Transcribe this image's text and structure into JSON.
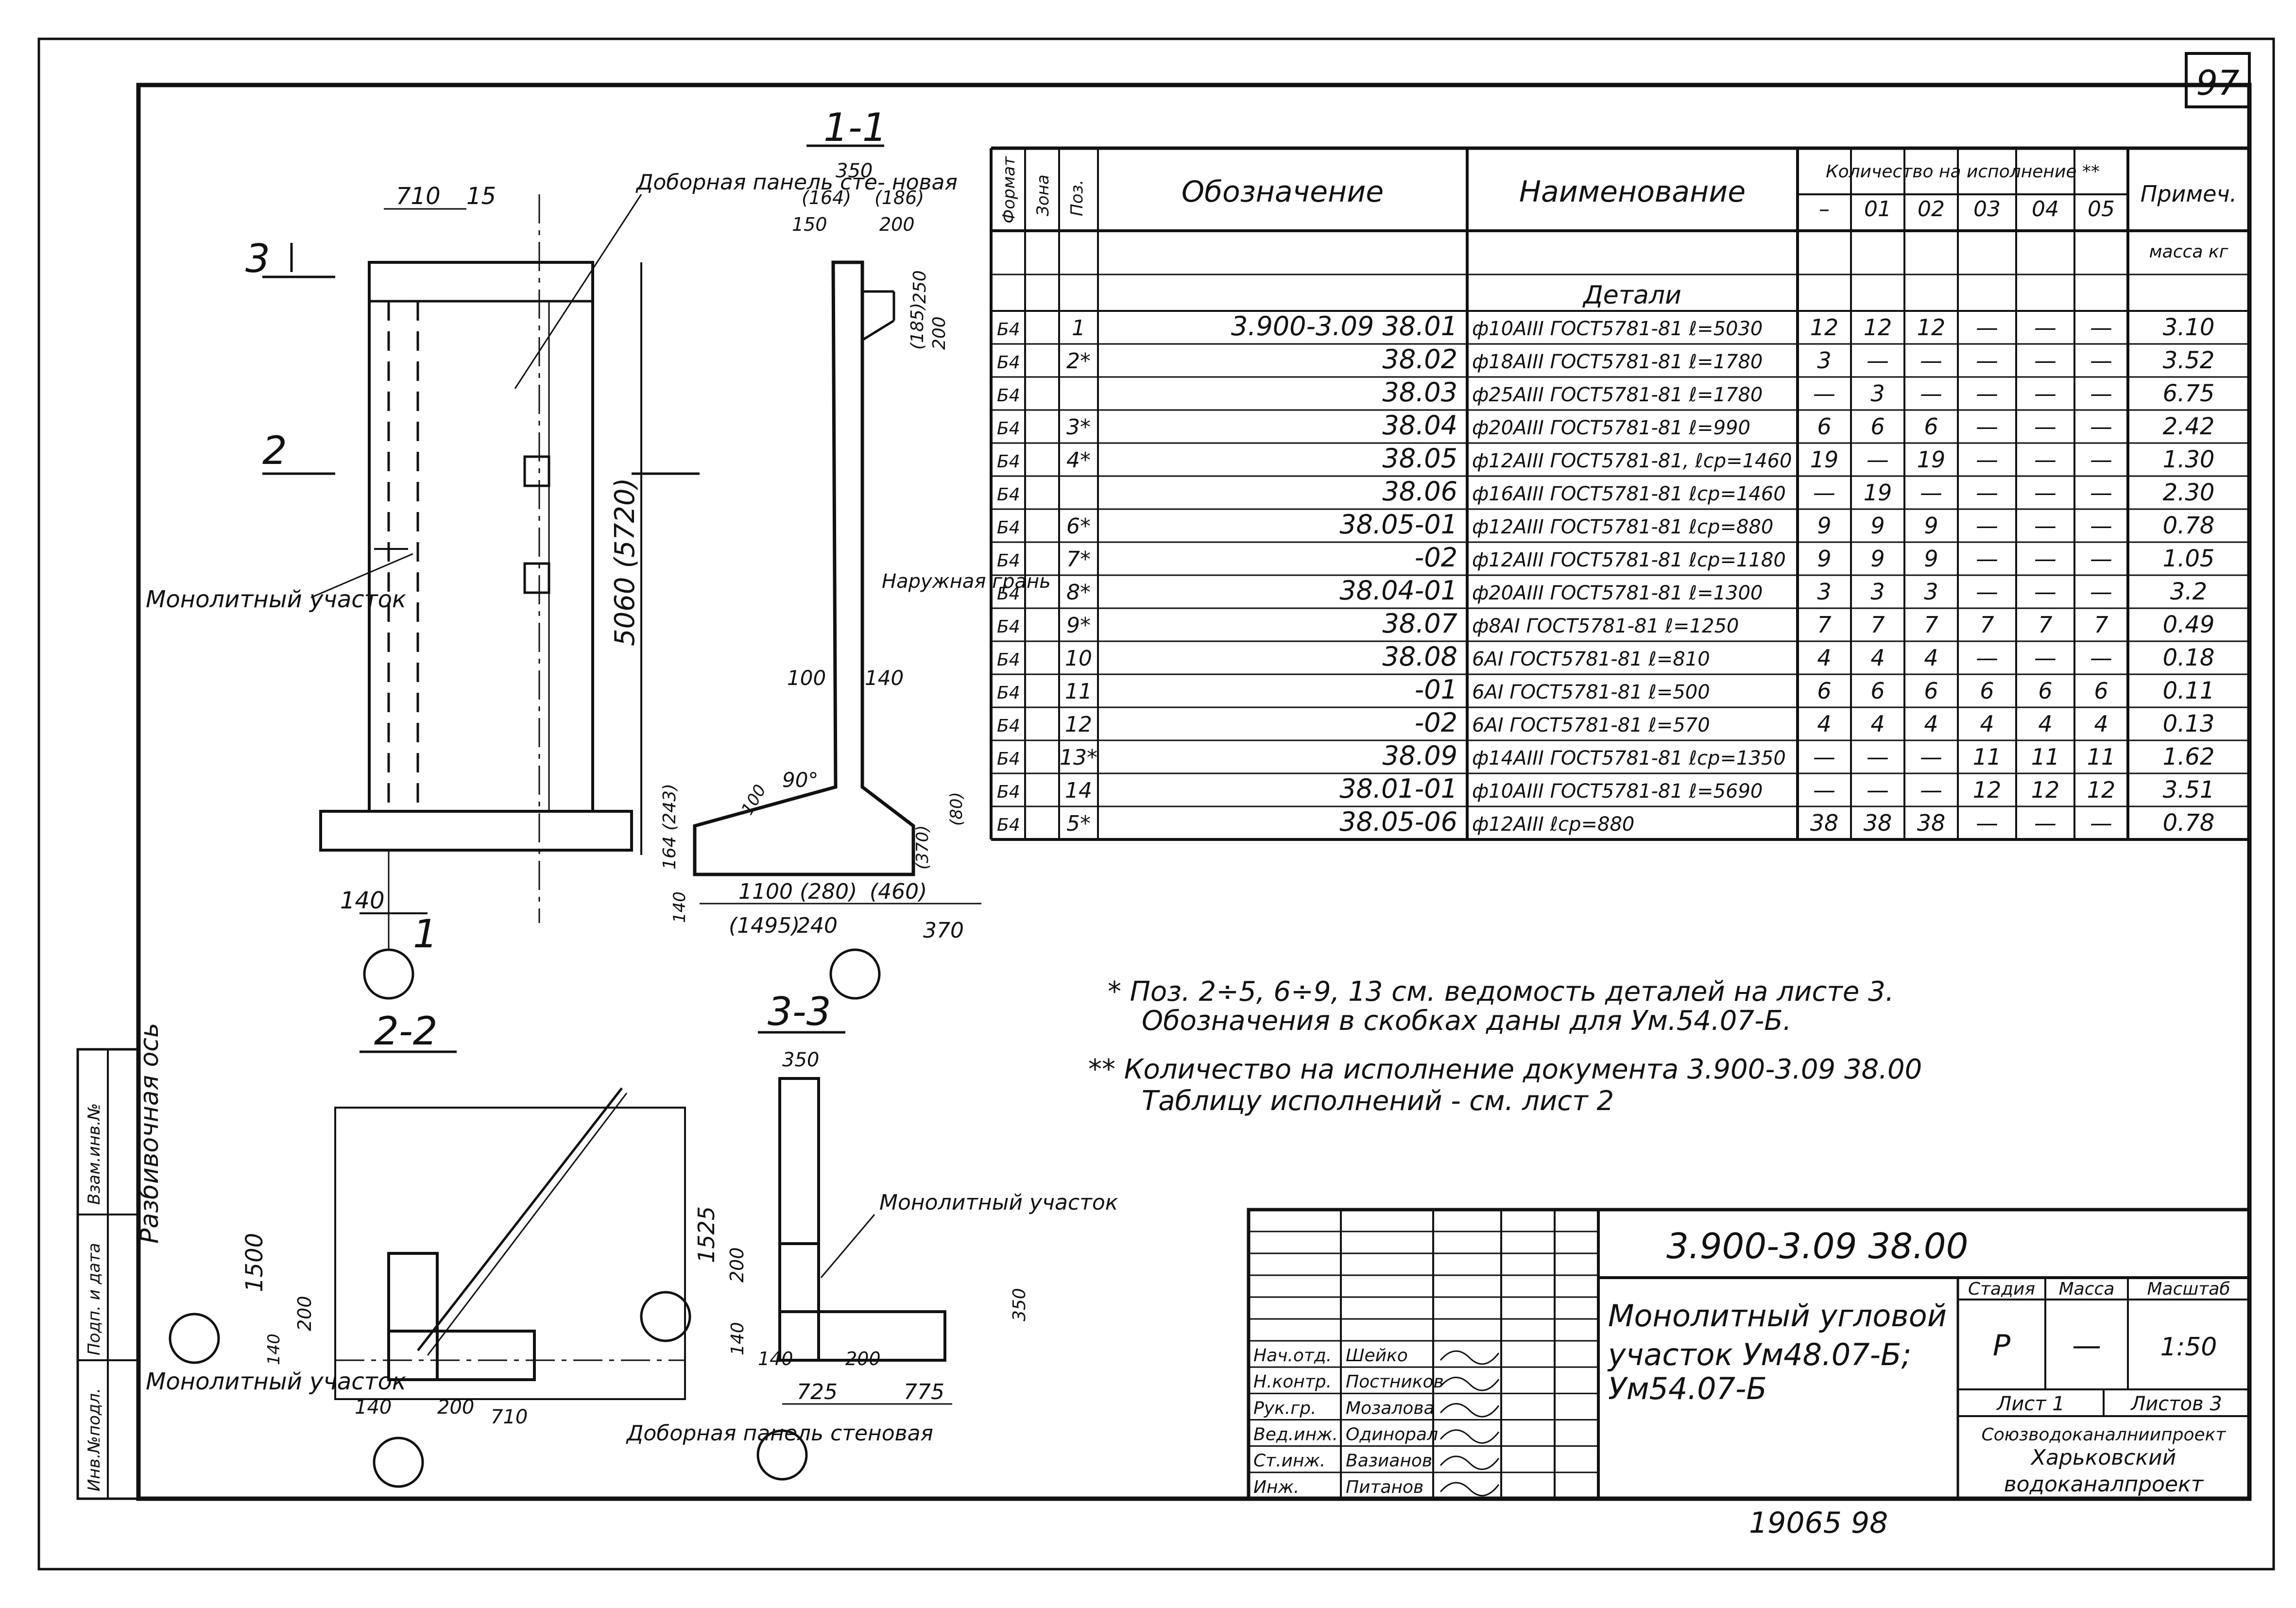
{
  "sheet": {
    "page_number": "97",
    "bottom_number": "19065   98"
  },
  "views": {
    "section_1_1": "1-1",
    "section_2_2": "2-2",
    "section_3_3": "3-3",
    "elevation": {
      "cut_3": "3",
      "cut_2": "2",
      "cut_1": "1",
      "dim_710": "710",
      "dim_15": "15",
      "dim_140": "140",
      "dim_height": "5060 (5720)",
      "label_panel": "Доборная панель сте- новая",
      "label_monolith": "Монолитный участок"
    },
    "s11": {
      "dim_350": "350",
      "dim_164": "(164)",
      "dim_186": "(186)",
      "dim_150": "150",
      "dim_200": "200",
      "dim_250": "250",
      "dim_185": "(185)",
      "dim_200b": "200",
      "label_face": "Наружная грань",
      "dim_100": "100",
      "dim_140": "140",
      "angle_90": "90°",
      "dim_100b": "100",
      "dim_164_243": "164 (243)",
      "dim_140b": "140",
      "dim_1100": "1100 (280)",
      "dim_1495": "(1495)",
      "dim_240": "240",
      "dim_460": "(460)",
      "dim_370": "370",
      "dim_801": "(80)",
      "dim_370b": "(370)"
    },
    "s22": {
      "label_axis": "Разбивочная ось",
      "dim_1500": "1500",
      "dim_200": "200",
      "dim_140v": "140",
      "label_monolith": "Монолитный участок",
      "dim_140": "140",
      "dim_200b": "200",
      "dim_710": "710",
      "label_panel": "Доборная панель стеновая"
    },
    "s33": {
      "dim_350": "350",
      "dim_1525": "1525",
      "dim_200": "200",
      "dim_140": "140",
      "label_monolith": "Монолитный участок",
      "dim_350b": "350",
      "dim_140h": "140",
      "dim_200h": "200",
      "dim_725": "725",
      "dim_775": "775"
    }
  },
  "spec": {
    "headers": {
      "format": "Формат",
      "zone": "Зона",
      "pos": "Поз.",
      "designation": "Обозначение",
      "name": "Наименование",
      "qty": "Количество на исполнение **",
      "note": "Примеч.",
      "mass": "масса кг",
      "execs": [
        "–",
        "01",
        "02",
        "03",
        "04",
        "05"
      ]
    },
    "section_title": "Детали",
    "rows": [
      {
        "fmt": "Б4",
        "pos": "1",
        "des": "3.900-3.09 38.01",
        "name": "ф10AIII ГОСТ5781-81 ℓ=5030",
        "q": [
          "12",
          "12",
          "12",
          "—",
          "—",
          "—"
        ],
        "note": "3.10"
      },
      {
        "fmt": "Б4",
        "pos": "2*",
        "des": "38.02",
        "name": "ф18AIII ГОСТ5781-81 ℓ=1780",
        "q": [
          "3",
          "—",
          "—",
          "—",
          "—",
          "—"
        ],
        "note": "3.52"
      },
      {
        "fmt": "Б4",
        "pos": "",
        "des": "38.03",
        "name": "ф25AIII ГОСТ5781-81 ℓ=1780",
        "q": [
          "—",
          "3",
          "—",
          "—",
          "—",
          "—"
        ],
        "note": "6.75"
      },
      {
        "fmt": "Б4",
        "pos": "3*",
        "des": "38.04",
        "name": "ф20AIII ГОСТ5781-81 ℓ=990",
        "q": [
          "6",
          "6",
          "6",
          "—",
          "—",
          "—"
        ],
        "note": "2.42"
      },
      {
        "fmt": "Б4",
        "pos": "4*",
        "des": "38.05",
        "name": "ф12AIII ГОСТ5781-81, ℓср=1460",
        "q": [
          "19",
          "—",
          "19",
          "—",
          "—",
          "—"
        ],
        "note": "1.30"
      },
      {
        "fmt": "Б4",
        "pos": "",
        "des": "38.06",
        "name": "ф16AIII ГОСТ5781-81 ℓср=1460",
        "q": [
          "—",
          "19",
          "—",
          "—",
          "—",
          "—"
        ],
        "note": "2.30"
      },
      {
        "fmt": "Б4",
        "pos": "6*",
        "des": "38.05-01",
        "name": "ф12AIII ГОСТ5781-81 ℓср=880",
        "q": [
          "9",
          "9",
          "9",
          "—",
          "—",
          "—"
        ],
        "note": "0.78"
      },
      {
        "fmt": "Б4",
        "pos": "7*",
        "des": "-02",
        "name": "ф12AIII ГОСТ5781-81 ℓср=1180",
        "q": [
          "9",
          "9",
          "9",
          "—",
          "—",
          "—"
        ],
        "note": "1.05"
      },
      {
        "fmt": "Б4",
        "pos": "8*",
        "des": "38.04-01",
        "name": "ф20AIII ГОСТ5781-81 ℓ=1300",
        "q": [
          "3",
          "3",
          "3",
          "—",
          "—",
          "—"
        ],
        "note": "3.2"
      },
      {
        "fmt": "Б4",
        "pos": "9*",
        "des": "38.07",
        "name": "ф8AI ГОСТ5781-81 ℓ=1250",
        "q": [
          "7",
          "7",
          "7",
          "7",
          "7",
          "7"
        ],
        "note": "0.49"
      },
      {
        "fmt": "Б4",
        "pos": "10",
        "des": "38.08",
        "name": "6AI ГОСТ5781-81 ℓ=810",
        "q": [
          "4",
          "4",
          "4",
          "—",
          "—",
          "—"
        ],
        "note": "0.18"
      },
      {
        "fmt": "Б4",
        "pos": "11",
        "des": "-01",
        "name": "6AI ГОСТ5781-81 ℓ=500",
        "q": [
          "6",
          "6",
          "6",
          "6",
          "6",
          "6"
        ],
        "note": "0.11"
      },
      {
        "fmt": "Б4",
        "pos": "12",
        "des": "-02",
        "name": "6AI ГОСТ5781-81 ℓ=570",
        "q": [
          "4",
          "4",
          "4",
          "4",
          "4",
          "4"
        ],
        "note": "0.13"
      },
      {
        "fmt": "Б4",
        "pos": "13*",
        "des": "38.09",
        "name": "ф14AIII ГОСТ5781-81 ℓср=1350",
        "q": [
          "—",
          "—",
          "—",
          "11",
          "11",
          "11"
        ],
        "note": "1.62"
      },
      {
        "fmt": "Б4",
        "pos": "14",
        "des": "38.01-01",
        "name": "ф10AIII ГОСТ5781-81 ℓ=5690",
        "q": [
          "—",
          "—",
          "—",
          "12",
          "12",
          "12"
        ],
        "note": "3.51"
      },
      {
        "fmt": "Б4",
        "pos": "5*",
        "des": "38.05-06",
        "name": "ф12AIII ℓср=880",
        "q": [
          "38",
          "38",
          "38",
          "—",
          "—",
          "—"
        ],
        "note": "0.78"
      }
    ]
  },
  "notes": {
    "n1a": "* Поз. 2÷5, 6÷9, 13 см. ведомость деталей на листе 3.",
    "n1b": "Обозначения в скобках даны для Ум.54.07-Б.",
    "n2a": "** Количество на исполнение документа 3.900-3.09 38.00",
    "n2b": "Таблицу исполнений - см. лист 2"
  },
  "side_stamps": [
    "Инв.№подл.",
    "Подп. и дата",
    "Взам.инв.№"
  ],
  "title_block": {
    "doc_code": "3.900-3.09 38.00",
    "title_l1": "Монолитный угловой",
    "title_l2": "участок Ум48.07-Б;",
    "title_l3": "Ум54.07-Б",
    "stage_h": "Стадия",
    "mass_h": "Масса",
    "scale_h": "Масштаб",
    "stage": "Р",
    "mass": "—",
    "scale": "1:50",
    "sheet": "Лист 1",
    "sheets": "Листов 3",
    "org_l1": "Союзводоканалниипроект",
    "org_l2": "Харьковский",
    "org_l3": "водоканалпроект",
    "signers": [
      {
        "role": "Нач.отд.",
        "name": "Шейко"
      },
      {
        "role": "Н.контр.",
        "name": "Постников"
      },
      {
        "role": "Рук.гр.",
        "name": "Мозалова"
      },
      {
        "role": "Вед.инж.",
        "name": "Одинорал"
      },
      {
        "role": "Ст.инж.",
        "name": "Вазианов"
      },
      {
        "role": "Инж.",
        "name": "Питанов"
      }
    ]
  }
}
